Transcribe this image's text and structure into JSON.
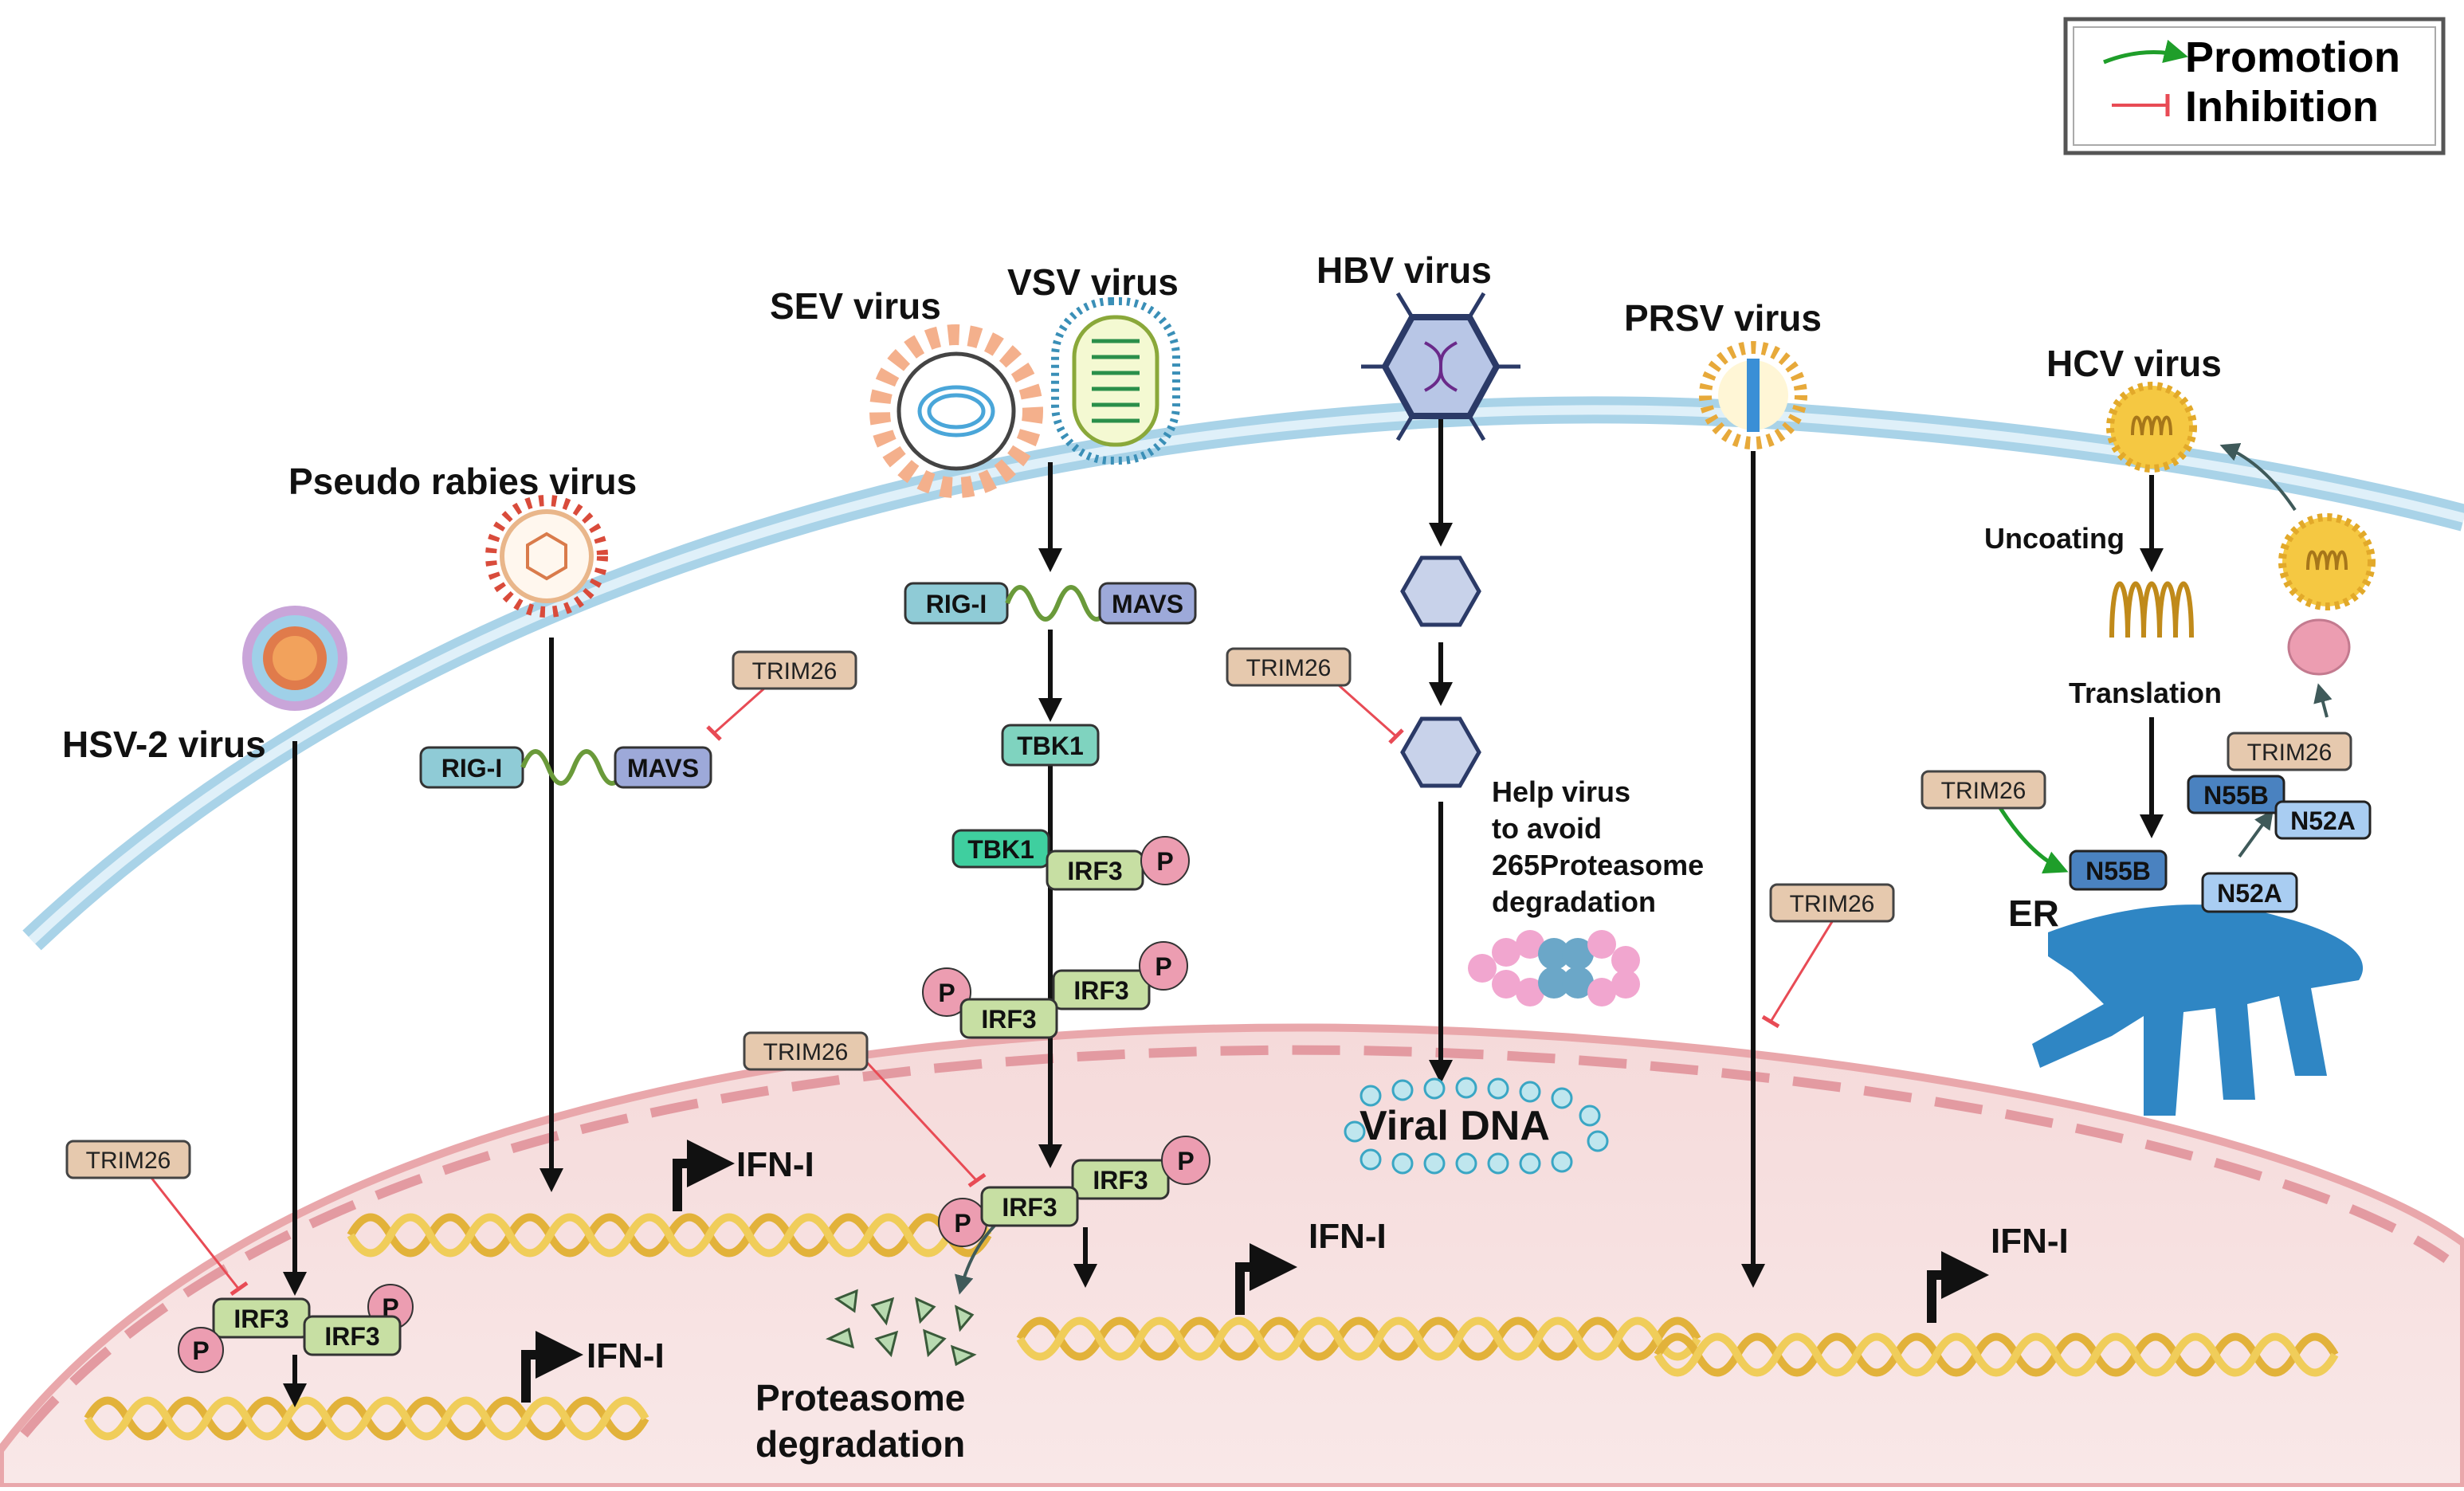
{
  "legend": {
    "promotion": "Promotion",
    "inhibition": "Inhibition"
  },
  "viruses": {
    "hsv2": "HSV-2 virus",
    "prv": "Pseudo rabies virus",
    "sev": "SEV virus",
    "vsv": "VSV virus",
    "hbv": "HBV virus",
    "prsv": "PRSV virus",
    "hcv": "HCV virus"
  },
  "proteins": {
    "trim26": "TRIM26",
    "rigi": "RIG-I",
    "mavs": "MAVS",
    "tbk1": "TBK1",
    "irf3": "IRF3",
    "p": "P",
    "n55b": "N55B",
    "n52a": "N52A"
  },
  "labels": {
    "ifn": "IFN-I",
    "proteasome_line1": "Proteasome",
    "proteasome_line2": "degradation",
    "help_line1": "Help virus",
    "help_line2": "to avoid",
    "help_line3": "265Proteasome",
    "help_line4": "degradation",
    "viral_dna": "Viral DNA",
    "uncoating": "Uncoating",
    "translation": "Translation",
    "er": "ER"
  },
  "colors": {
    "promotion": "#1f9e2a",
    "inhibition": "#e84b55",
    "trim26_fill": "#e6c9ae",
    "rig_fill": "#8fcbd6",
    "mavs_fill": "#9da9d9",
    "tbk1_fill": "#7fd3bf",
    "irf3_fill": "#c7dfa3",
    "p_fill": "#ec9db1",
    "nucleus_fill": "#f7dede",
    "er_fill": "#2f86c4"
  }
}
